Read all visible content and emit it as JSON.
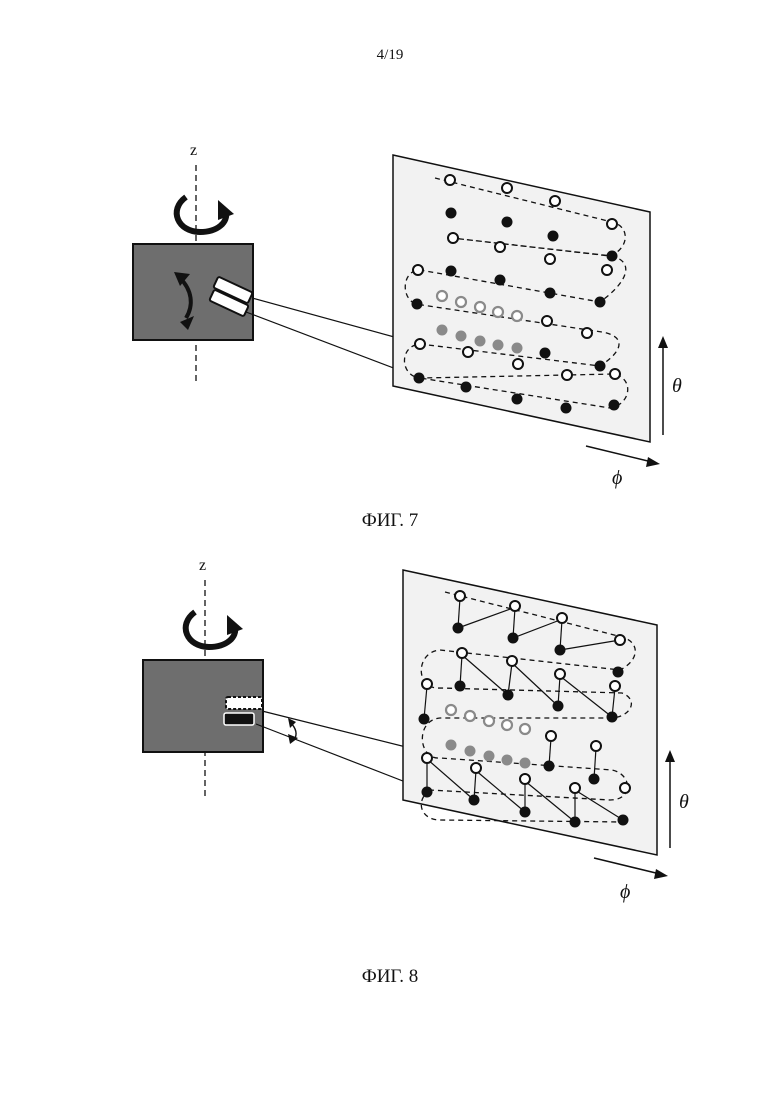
{
  "page": {
    "number": "4/19"
  },
  "figures": [
    {
      "caption": "ФИГ. 7",
      "axis_label": "z",
      "theta_label": "θ",
      "phi_label": "ϕ"
    },
    {
      "caption": "ФИГ. 8",
      "axis_label": "z",
      "theta_label": "θ",
      "phi_label": "ϕ"
    }
  ],
  "colors": {
    "device_fill": "#6e6e6e",
    "panel_fill": "#f2f2f2",
    "dot_black": "#111111",
    "dot_gray": "#8a8a8a",
    "stroke": "#111111"
  }
}
